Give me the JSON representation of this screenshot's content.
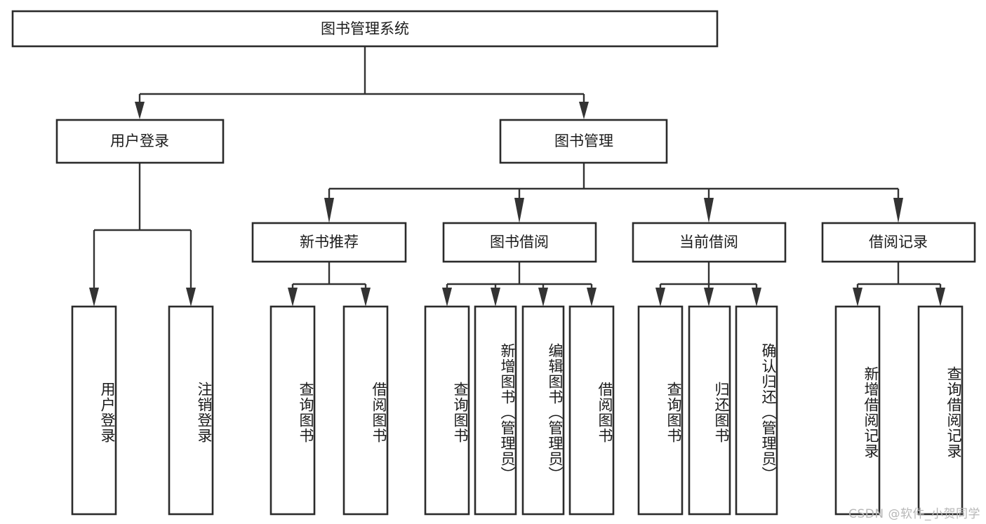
{
  "diagram": {
    "kind": "tree-hierarchy-chart",
    "root": {
      "id": "root",
      "label": "图书管理系统"
    },
    "level2": [
      {
        "id": "user-login",
        "label": "用户登录"
      },
      {
        "id": "book-management",
        "label": "图书管理"
      }
    ],
    "level3": [
      {
        "id": "new-book-recommend",
        "label": "新书推荐"
      },
      {
        "id": "book-borrow",
        "label": "图书借阅"
      },
      {
        "id": "current-borrow",
        "label": "当前借阅"
      },
      {
        "id": "borrow-record",
        "label": "借阅记录"
      }
    ],
    "leaves": {
      "user_login": [
        {
          "id": "leaf-user-login",
          "label": "用户登录"
        },
        {
          "id": "leaf-logout",
          "label": "注销登录"
        }
      ],
      "new_book_recommend": [
        {
          "id": "leaf-query-book-1",
          "label": "查询图书"
        },
        {
          "id": "leaf-borrow-book-1",
          "label": "借阅图书"
        }
      ],
      "book_borrow": [
        {
          "id": "leaf-query-book-2",
          "label": "查询图书"
        },
        {
          "id": "leaf-add-book",
          "label": "新增图书（管理员）"
        },
        {
          "id": "leaf-edit-book",
          "label": "编辑图书（管理员）"
        },
        {
          "id": "leaf-borrow-book-2",
          "label": "借阅图书"
        }
      ],
      "current_borrow": [
        {
          "id": "leaf-query-book-3",
          "label": "查询图书"
        },
        {
          "id": "leaf-return-book",
          "label": "归还图书"
        },
        {
          "id": "leaf-confirm-return",
          "label": "确认归还（管理员）"
        }
      ],
      "borrow_record": [
        {
          "id": "leaf-add-record",
          "label": "新增借阅记录"
        },
        {
          "id": "leaf-query-record",
          "label": "查询借阅记录"
        }
      ]
    }
  },
  "watermark": {
    "text": "CSDN @软件_小贺同学"
  },
  "colors": {
    "background": "#ffffff",
    "box_fill": "#ffffff",
    "box_stroke": "#2b2b2b",
    "connector": "#333333",
    "label_text": "#1b1b1b",
    "watermark_text": "#b7b7b7"
  }
}
